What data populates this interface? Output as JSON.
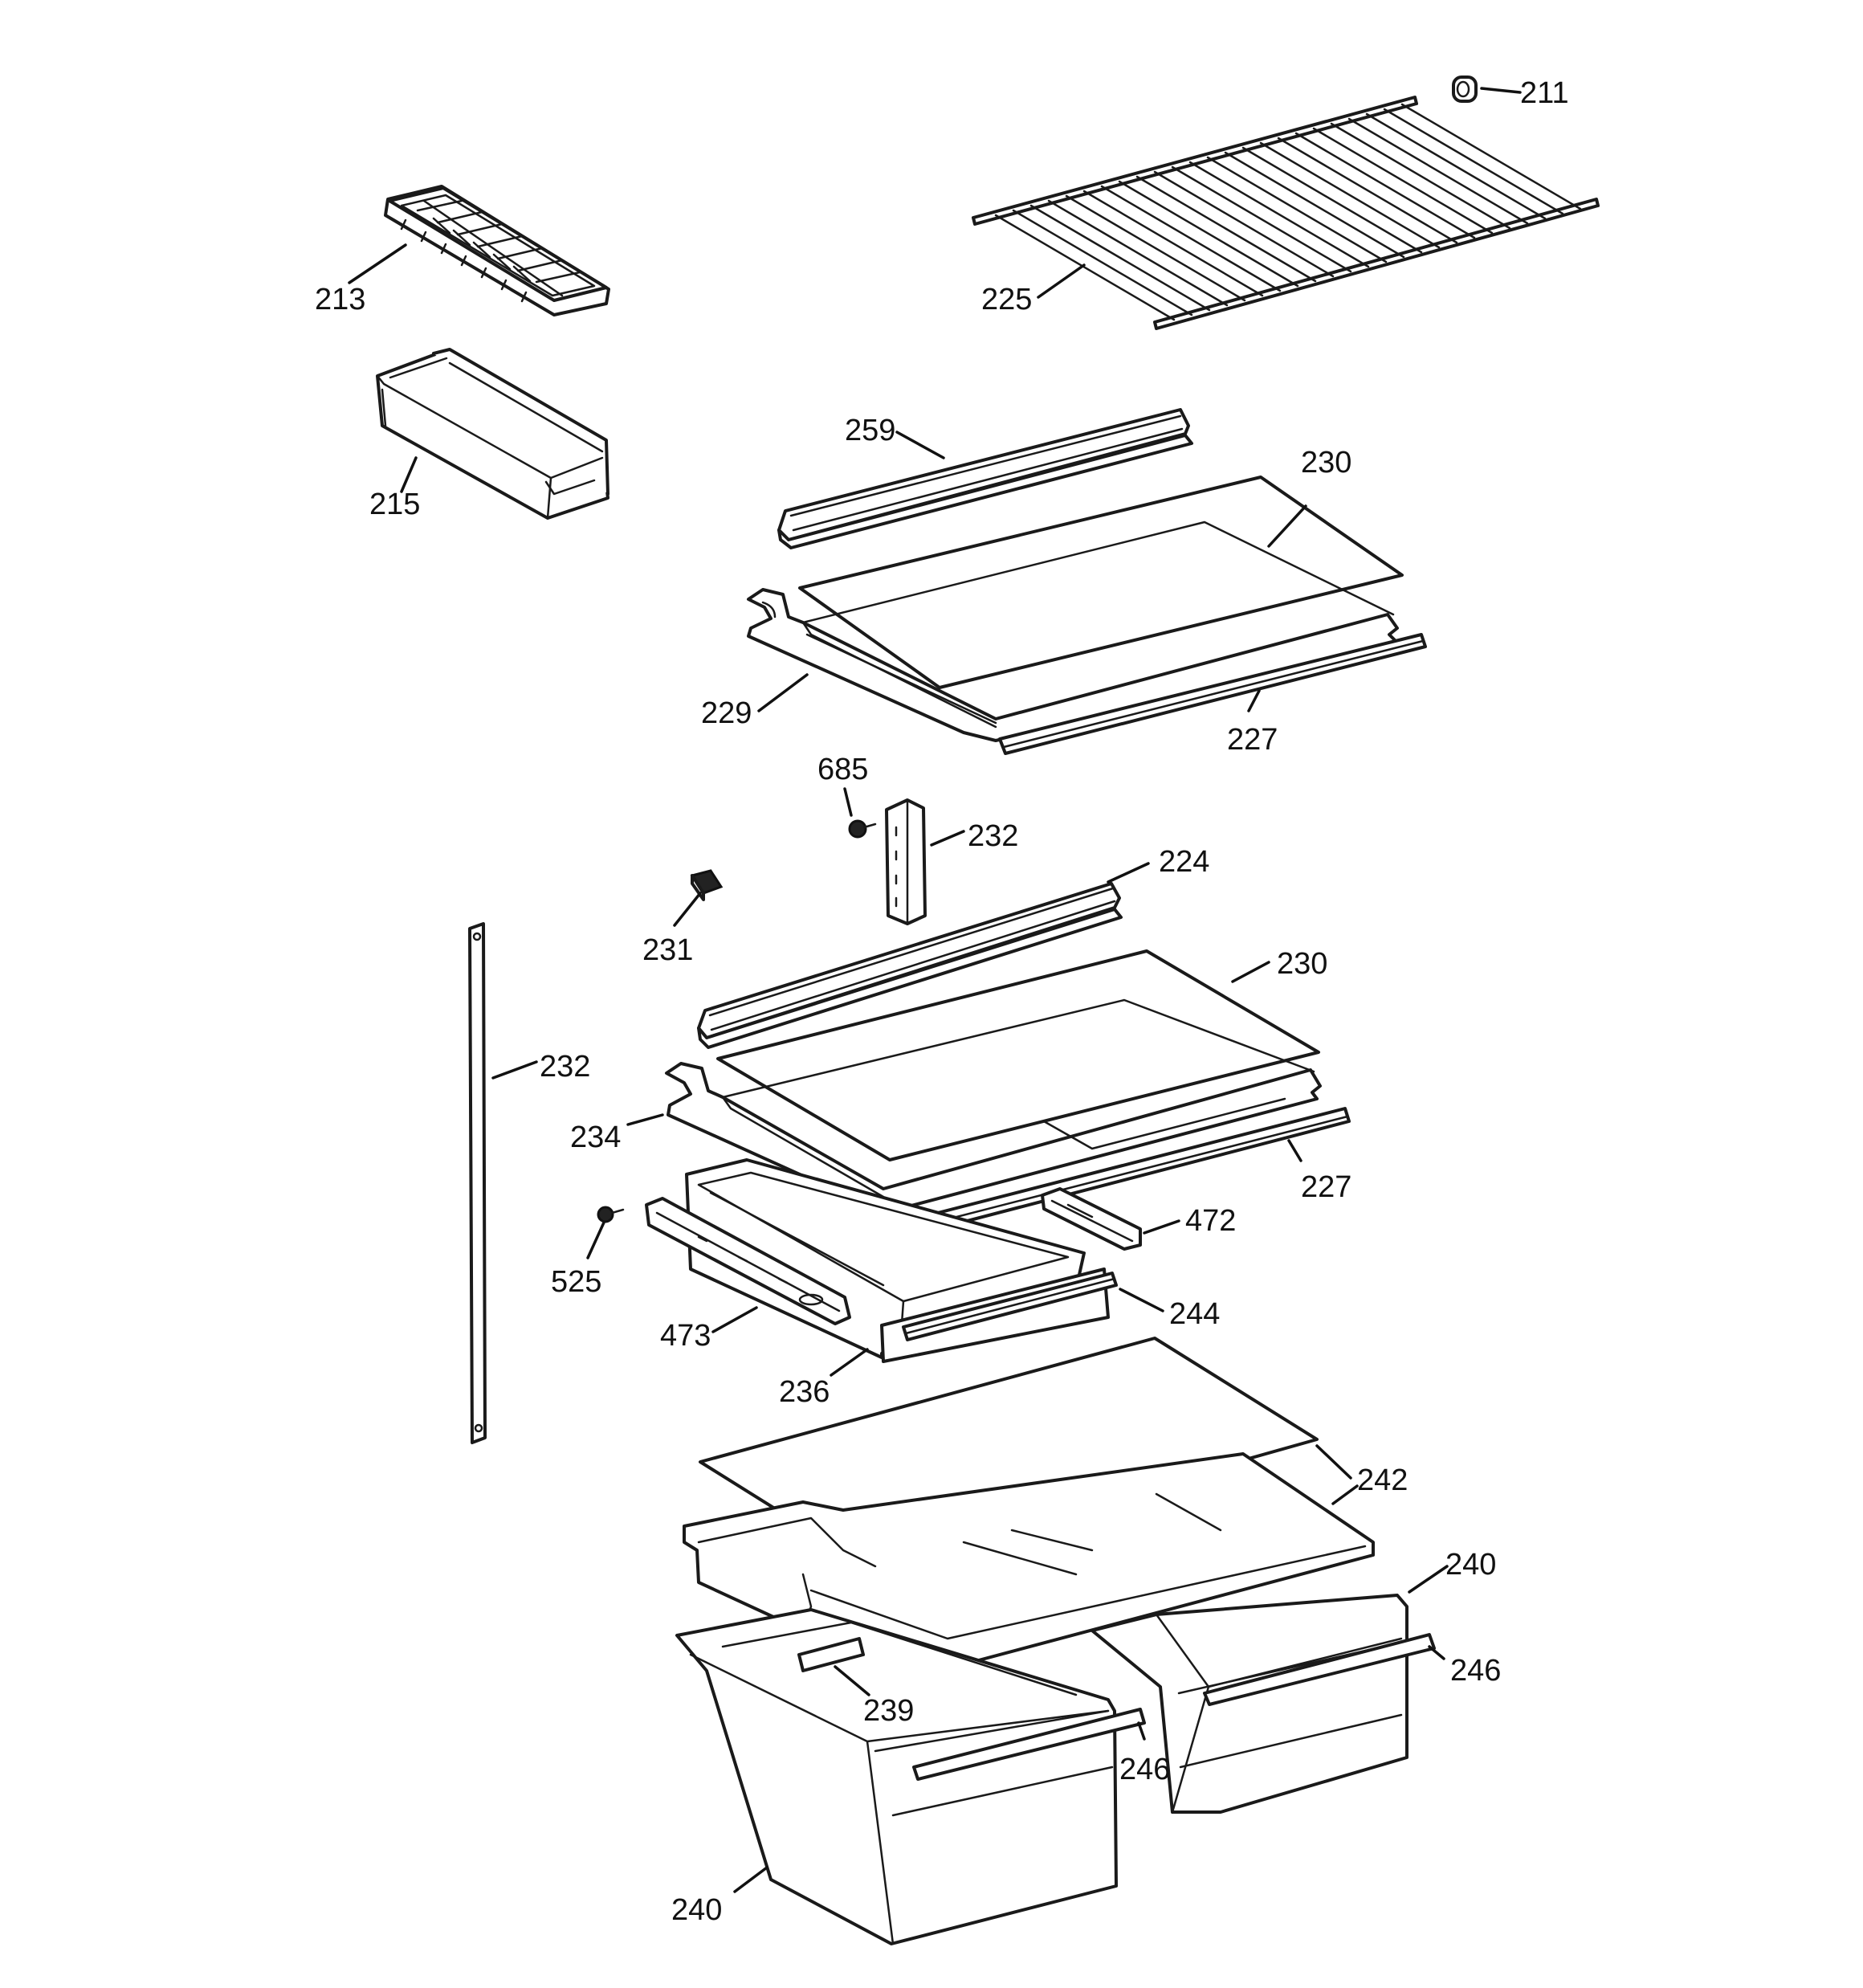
{
  "callouts": {
    "p211": "211",
    "p213": "213",
    "p215": "215",
    "p225": "225",
    "p259": "259",
    "p230a": "230",
    "p229": "229",
    "p227a": "227",
    "p685": "685",
    "p232a": "232",
    "p224": "224",
    "p231": "231",
    "p230b": "230",
    "p232b": "232",
    "p234": "234",
    "p227b": "227",
    "p472": "472",
    "p525": "525",
    "p244": "244",
    "p473": "473",
    "p236": "236",
    "p242": "242",
    "p240a": "240",
    "p246a": "246",
    "p239": "239",
    "p246b": "246",
    "p240b": "240"
  }
}
